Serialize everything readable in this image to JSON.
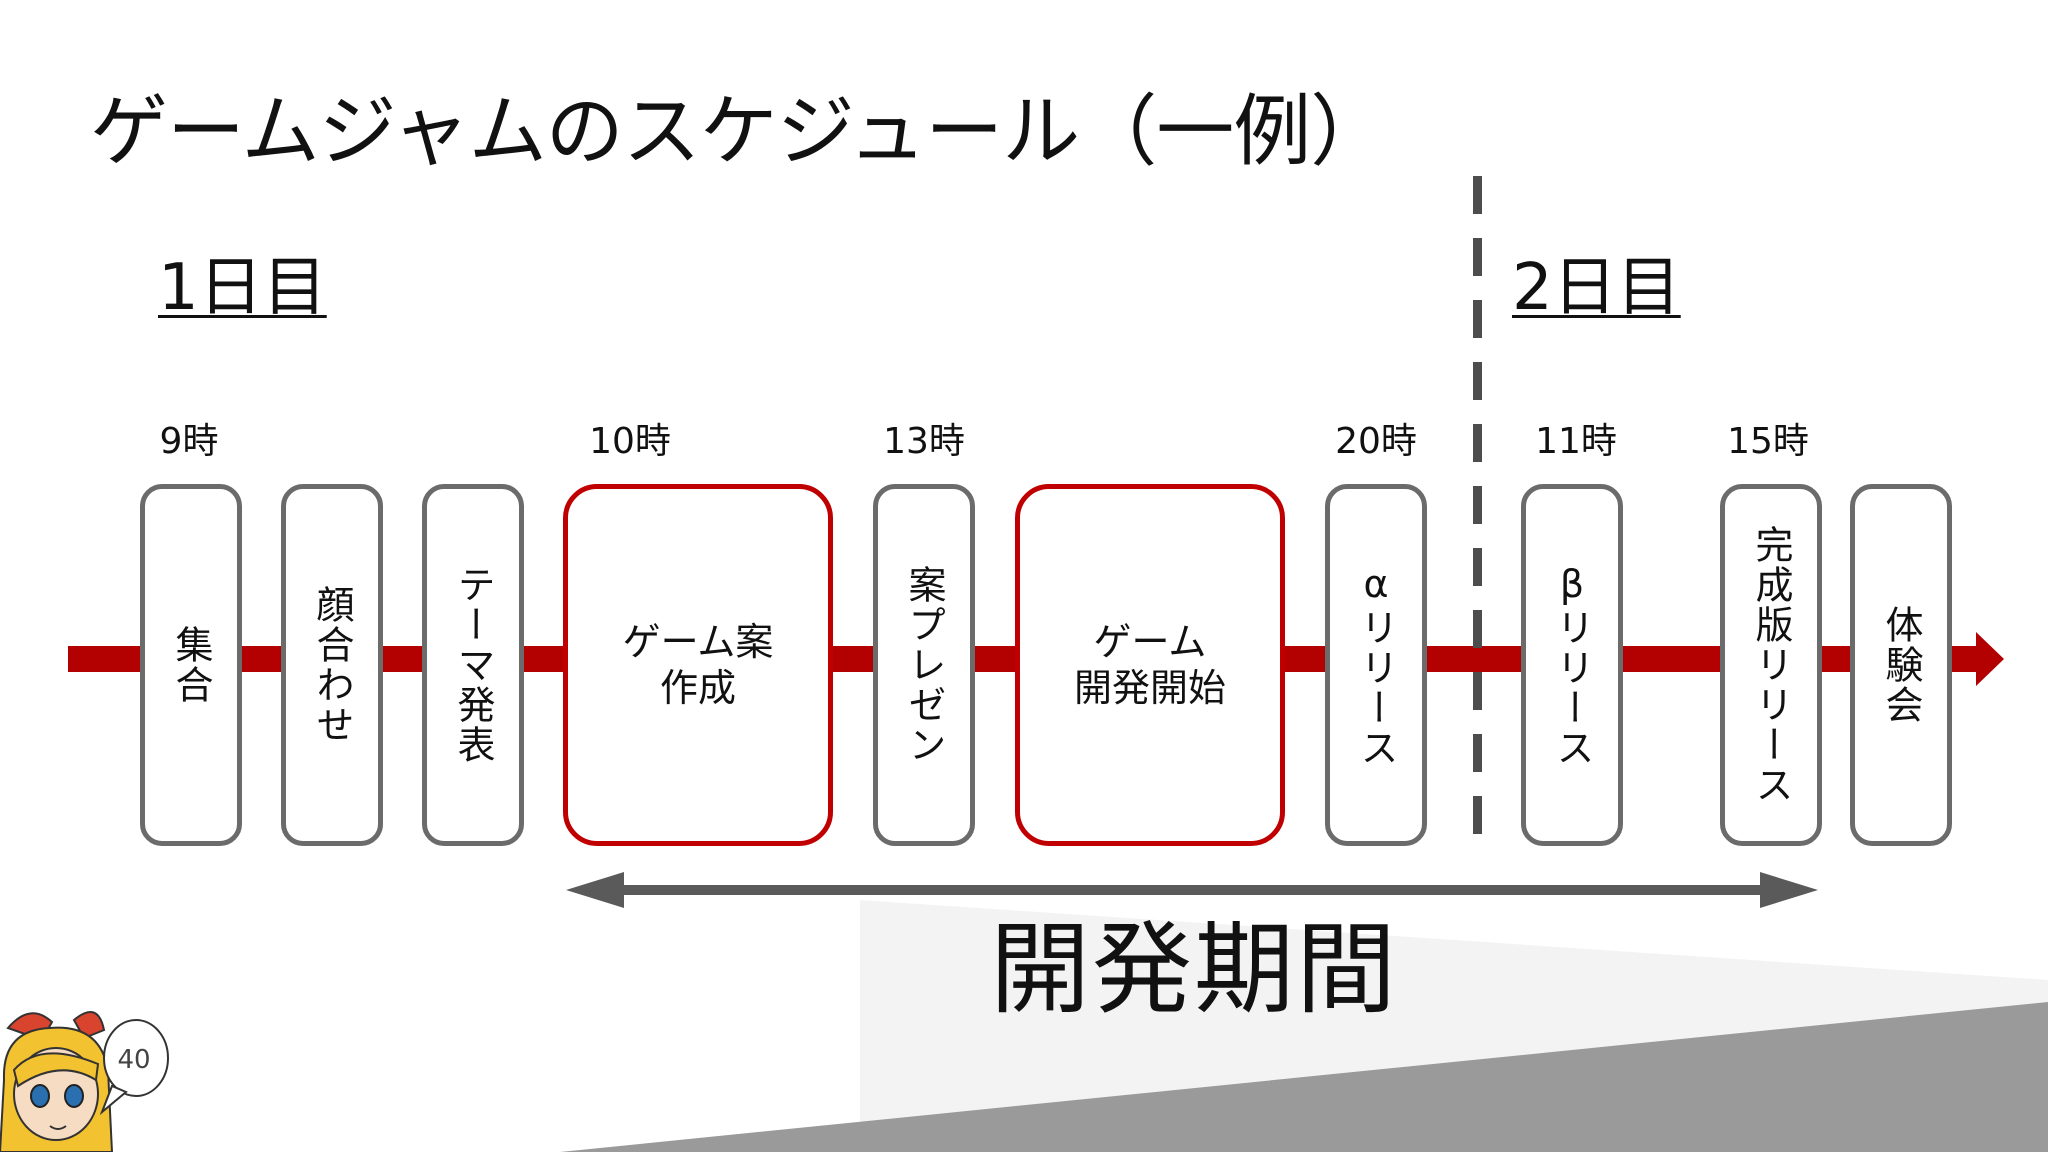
{
  "title": "ゲームジャムのスケジュール（一例）",
  "days": {
    "day1": "1日目",
    "day2": "2日目"
  },
  "times": {
    "t9": "9時",
    "t10": "10時",
    "t13": "13時",
    "t20": "20時",
    "t11": "11時",
    "t15": "15時"
  },
  "steps": {
    "gather": "集合",
    "meet": "顔合わせ",
    "theme": "テーマ発表",
    "plan": "ゲーム案\n作成",
    "pitch": "案プレゼン",
    "dev_start": "ゲーム\n開発開始",
    "alpha": "αリリース",
    "beta": "βリリース",
    "final": "完成版リリース",
    "demo": "体験会"
  },
  "dev_period": "開発期間",
  "page_number": "40",
  "colors": {
    "accent": "#c00000",
    "timeline": "#b30000",
    "box_border": "#6b6b6b",
    "arrow": "#5a5a5a"
  }
}
